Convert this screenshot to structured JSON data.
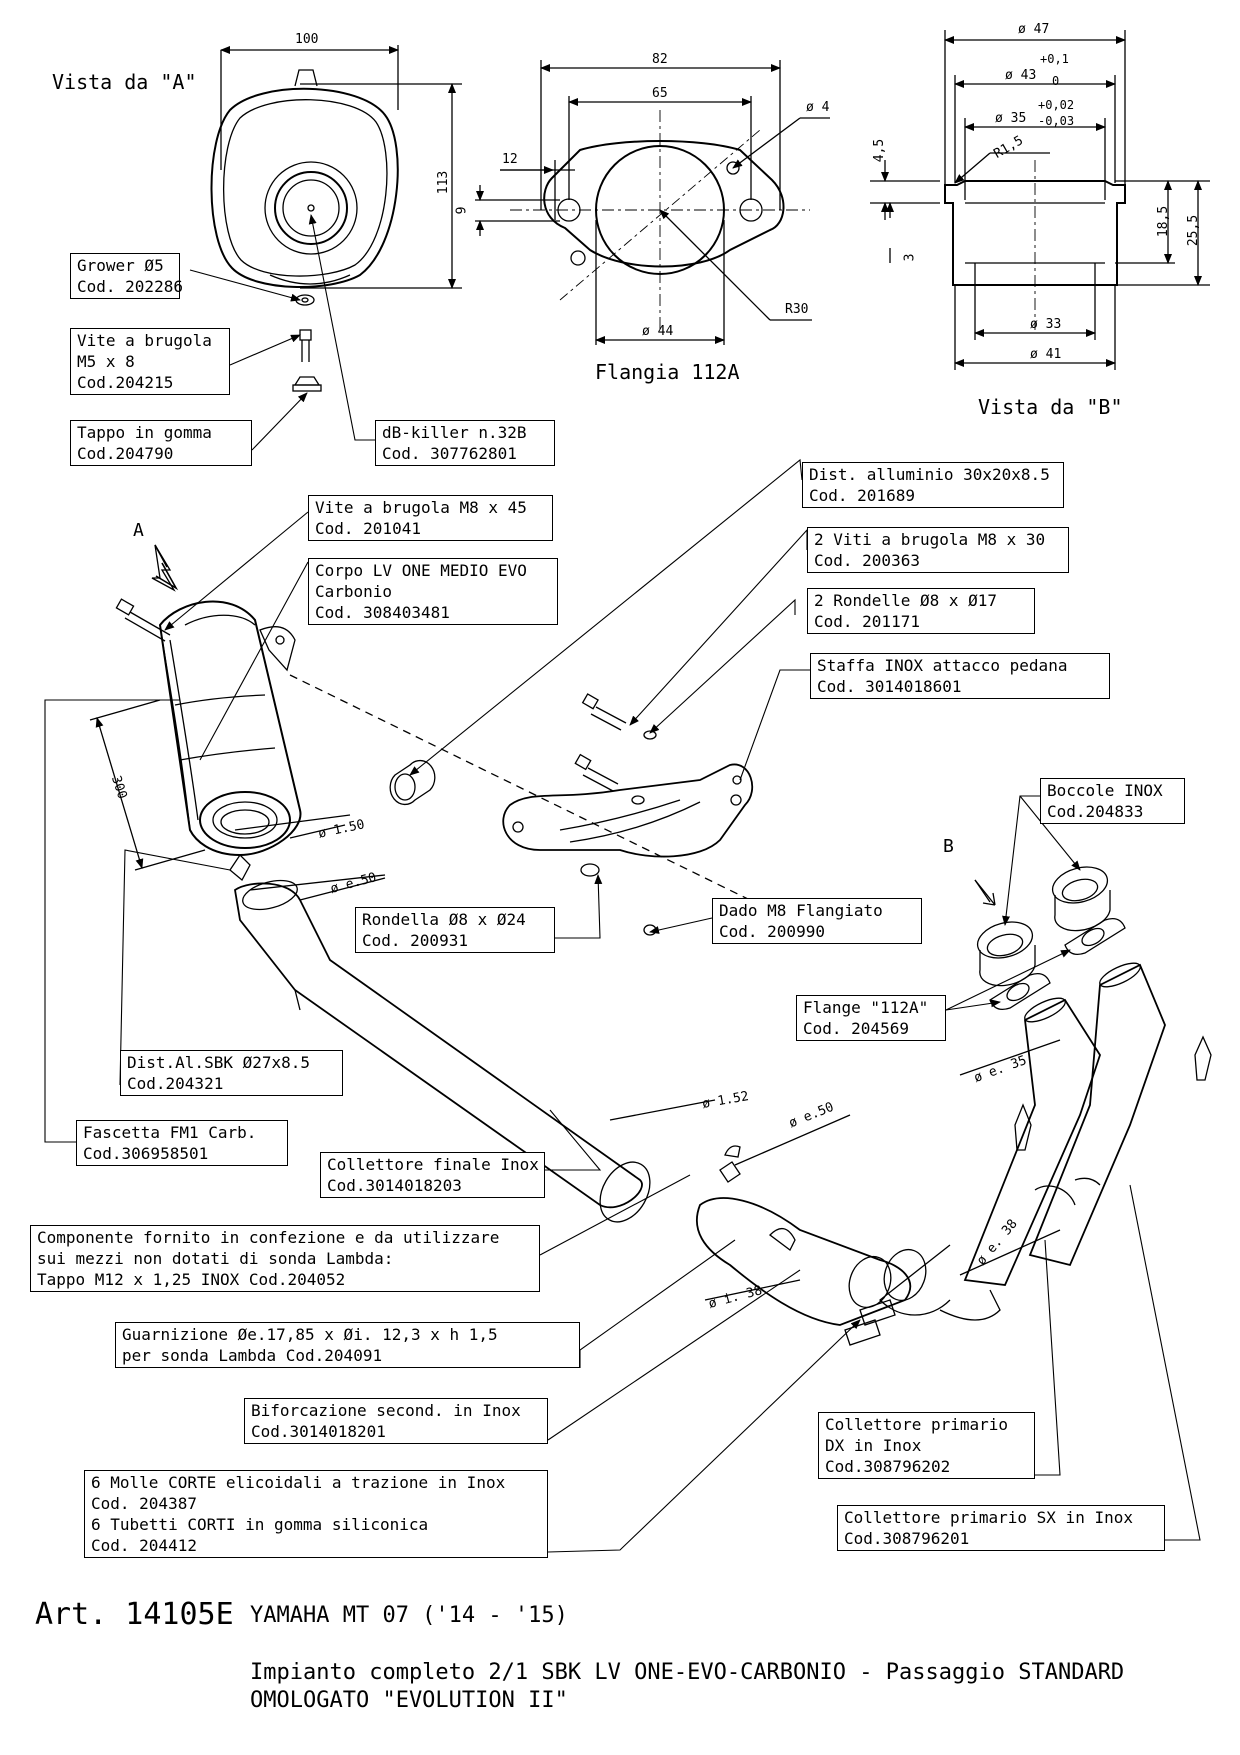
{
  "views": {
    "view_a": "Vista da \"A\"",
    "view_b": "Vista da \"B\"",
    "flange_title": "Flangia 112A",
    "arrow_a": "A",
    "arrow_b": "B"
  },
  "dimensions": {
    "a_width": "100",
    "a_height": "113",
    "flange_82": "82",
    "flange_65": "65",
    "flange_hole": "ø 4",
    "flange_12": "12",
    "flange_9": "9",
    "flange_44": "ø 44",
    "flange_r30": "R30",
    "b_47": "ø 47",
    "b_43": "ø 43",
    "b_43_tol_up": "+0,1",
    "b_43_tol_dn": "0",
    "b_35": "ø 35",
    "b_35_tol_up": "+0,02",
    "b_35_tol_dn": "-0,03",
    "b_r15": "R1,5",
    "b_45": "4,5",
    "b_3": "3",
    "b_185": "18,5",
    "b_255": "25,5",
    "b_33": "ø 33",
    "b_41": "ø 41",
    "len_300": "300",
    "d_150": "ø 1.50",
    "d_e50a": "ø e.50",
    "d_152": "ø 1.52",
    "d_e50b": "ø e.50",
    "d_e35": "ø e. 35",
    "d_e38": "ø e. 38",
    "d_138": "ø i. 38"
  },
  "labels": {
    "grower": [
      "Grower Ø5",
      "Cod. 202286"
    ],
    "vite_m5": [
      "Vite a brugola",
      "M5 x 8",
      "Cod.204215"
    ],
    "tappo_gomma": [
      "Tappo in gomma",
      "Cod.204790"
    ],
    "db_killer": [
      "dB-killer n.32B",
      "Cod. 307762801"
    ],
    "dist_alluminio": [
      "Dist. alluminio 30x20x8.5",
      "Cod. 201689"
    ],
    "vite_m8_45": [
      "Vite a brugola M8 x 45",
      "Cod. 201041"
    ],
    "viti_m8_30": [
      "2 Viti a brugola M8 x 30",
      "Cod. 200363"
    ],
    "corpo": [
      "Corpo LV ONE MEDIO EVO",
      "Carbonio",
      "Cod. 308403481"
    ],
    "rondelle_8_17": [
      "2 Rondelle Ø8 x Ø17",
      "Cod. 201171"
    ],
    "staffa": [
      "Staffa INOX attacco pedana",
      "Cod. 3014018601"
    ],
    "boccole": [
      "Boccole INOX",
      "Cod.204833"
    ],
    "rondella_8_24": [
      "Rondella Ø8 x Ø24",
      "Cod. 200931"
    ],
    "dado": [
      "Dado M8 Flangiato",
      "Cod. 200990"
    ],
    "flange": [
      "Flange \"112A\"",
      "Cod. 204569"
    ],
    "dist_sbk": [
      "Dist.Al.SBK Ø27x8.5",
      "Cod.204321"
    ],
    "fascetta": [
      "Fascetta FM1 Carb.",
      "Cod.306958501"
    ],
    "collettore_finale": [
      "Collettore finale Inox",
      "Cod.3014018203"
    ],
    "componente": [
      "Componente fornito in confezione e da utilizzare",
      "sui mezzi non dotati di sonda Lambda:",
      "Tappo M12 x 1,25 INOX   Cod.204052"
    ],
    "guarnizione": [
      "Guarnizione Øe.17,85 x Øi. 12,3 x h 1,5",
      "per sonda Lambda Cod.204091"
    ],
    "biforcazione": [
      "Biforcazione second. in Inox",
      "Cod.3014018201"
    ],
    "molle": [
      "6 Molle CORTE elicoidali a trazione in Inox",
      "Cod. 204387",
      "6 Tubetti CORTI in gomma siliconica",
      "Cod. 204412"
    ],
    "coll_dx": [
      "Collettore primario",
      "DX in Inox",
      "Cod.308796202"
    ],
    "coll_sx": [
      "Collettore primario SX in Inox",
      "Cod.308796201"
    ]
  },
  "footer": {
    "article": "Art. 14105E",
    "model": "YAMAHA MT 07 ('14 - '15)",
    "line1": "Impianto completo 2/1 SBK LV ONE-EVO-CARBONIO - Passaggio STANDARD",
    "line2": "OMOLOGATO \"EVOLUTION II\""
  }
}
